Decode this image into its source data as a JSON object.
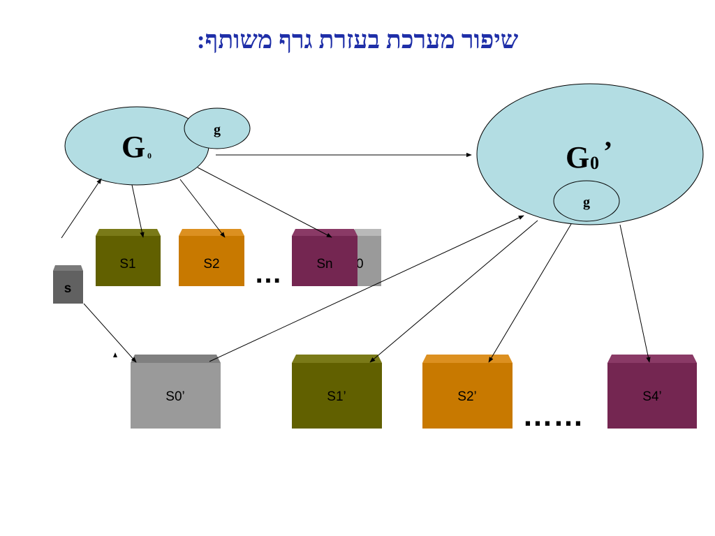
{
  "title": "שיפור מערכת בעזרת גרף משותף:",
  "left_graph": {
    "main": "G",
    "subscript": "0",
    "sub_label": "g"
  },
  "right_graph": {
    "main": "G",
    "subscript": "0",
    "prime": "’",
    "sub_label": "g"
  },
  "top_boxes": [
    "S1",
    "S2",
    "Sn"
  ],
  "hidden_box_partial": "0",
  "small_box": "s",
  "bottom_boxes": [
    "S0’",
    "S1’",
    "S2’",
    "S4’"
  ],
  "top_ellipsis": "…",
  "bottom_ellipsis": "……",
  "colors": {
    "title": "#1f2fa8",
    "ellipse_fill": "#b3dde3",
    "olive": "#616000",
    "orange": "#c87900",
    "maroon": "#742651",
    "gray": "#999999",
    "dark_gray": "#616161"
  }
}
